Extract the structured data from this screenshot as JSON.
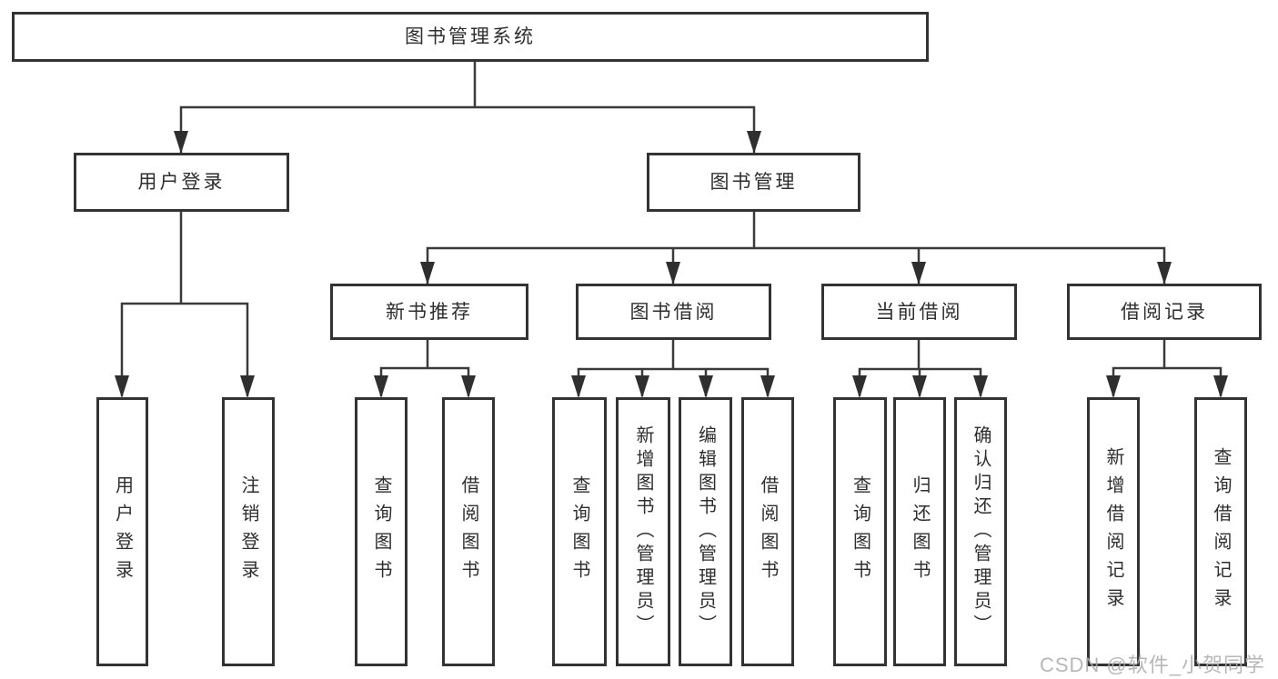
{
  "diagram": {
    "root": {
      "label": "图书管理系统"
    },
    "level2": [
      {
        "label": "用户登录",
        "children": [
          {
            "label": "用户登录"
          },
          {
            "label": "注销登录"
          }
        ]
      },
      {
        "label": "图书管理",
        "children": [
          {
            "label": "新书推荐",
            "children": [
              {
                "label": "查询图书"
              },
              {
                "label": "借阅图书"
              }
            ]
          },
          {
            "label": "图书借阅",
            "children": [
              {
                "label": "查询图书"
              },
              {
                "label": "新增图书（管理员）"
              },
              {
                "label": "编辑图书（管理员）"
              },
              {
                "label": "借阅图书"
              }
            ]
          },
          {
            "label": "当前借阅",
            "children": [
              {
                "label": "查询图书"
              },
              {
                "label": "归还图书"
              },
              {
                "label": "确认归还（管理员）"
              }
            ]
          },
          {
            "label": "借阅记录",
            "children": [
              {
                "label": "新增借阅记录"
              },
              {
                "label": "查询借阅记录"
              }
            ]
          }
        ]
      }
    ]
  },
  "watermark": {
    "text": "CSDN @软件_小贺同学"
  },
  "colors": {
    "box_border": "#333333",
    "connector_line": "#3a3a3a",
    "arrowhead": "#2f2f2f",
    "text": "#2e2e2e",
    "watermark_text": "#adadad",
    "background": "#ffffff"
  }
}
